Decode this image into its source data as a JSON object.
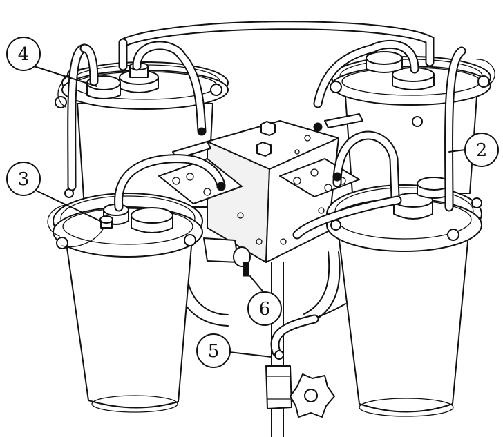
{
  "callouts": [
    {
      "id": "1",
      "label": "2"
    },
    {
      "id": "2",
      "label": "3"
    },
    {
      "id": "3",
      "label": "4"
    },
    {
      "id": "4",
      "label": "5"
    },
    {
      "id": "5",
      "label": "6"
    }
  ]
}
